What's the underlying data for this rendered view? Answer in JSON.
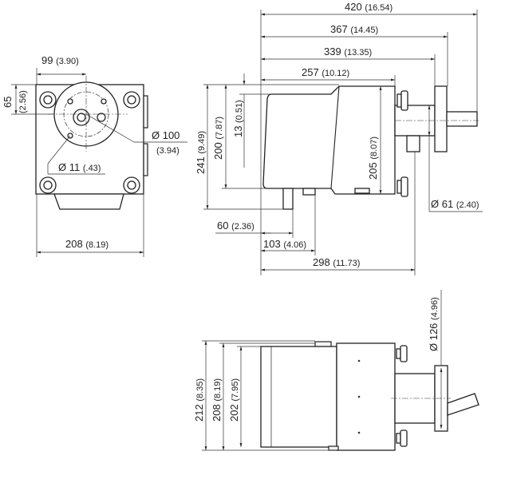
{
  "drawing": {
    "views": [
      "front-view",
      "side-view",
      "bottom-view"
    ],
    "dimensions": {
      "front_width": {
        "value": "208",
        "inch": "(8.19)"
      },
      "front_offset": {
        "value": "99",
        "inch": "(3.90)"
      },
      "front_height_offset": {
        "value": "65",
        "inch": "(2.56)"
      },
      "flange_diameter": {
        "value": "Ø 100",
        "inch": "(3.94)"
      },
      "hole_diameter": {
        "value": "Ø 11",
        "inch": "(.43)"
      },
      "overall_length": {
        "value": "420",
        "inch": "(16.54)"
      },
      "length_367": {
        "value": "367",
        "inch": "(14.45)"
      },
      "length_339": {
        "value": "339",
        "inch": "(13.35)"
      },
      "length_257": {
        "value": "257",
        "inch": "(10.12)"
      },
      "height_241": {
        "value": "241",
        "inch": "(9.49)"
      },
      "height_200": {
        "value": "200",
        "inch": "(7.87)"
      },
      "height_13": {
        "value": "13",
        "inch": "(0.51)"
      },
      "height_205": {
        "value": "205",
        "inch": "(8.07)"
      },
      "tube_diameter": {
        "value": "Ø 61",
        "inch": "(2.40)"
      },
      "length_60": {
        "value": "60",
        "inch": "(2.36)"
      },
      "length_103": {
        "value": "103",
        "inch": "(4.06)"
      },
      "length_298": {
        "value": "298",
        "inch": "(11.73)"
      },
      "width_212": {
        "value": "212",
        "inch": "(8.35)"
      },
      "width_208": {
        "value": "208",
        "inch": "(8.19)"
      },
      "width_202": {
        "value": "202",
        "inch": "(7.95)"
      },
      "flange_outer_diameter": {
        "value": "Ø 126",
        "inch": "(4.96)"
      }
    }
  }
}
